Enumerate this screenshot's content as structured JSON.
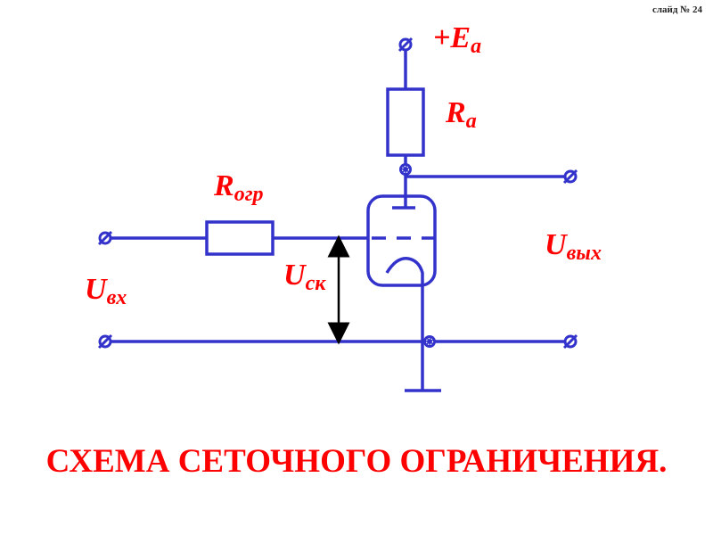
{
  "slide_number": "слайд № 24",
  "labels": {
    "ea_main": "+E",
    "ea_sub": "a",
    "ra_main": "R",
    "ra_sub": "a",
    "rogr_main": "R",
    "rogr_sub": "огр",
    "uvx_main": "U",
    "uvx_sub": "вх",
    "usk_main": "U",
    "usk_sub": "ск",
    "uvyx_main": "U",
    "uvyx_sub": "вых"
  },
  "title": "СХЕМА СЕТОЧНОГО ОГРАНИЧЕНИЯ.",
  "colors": {
    "wire": "#3333cc",
    "label": "#ff0000"
  }
}
